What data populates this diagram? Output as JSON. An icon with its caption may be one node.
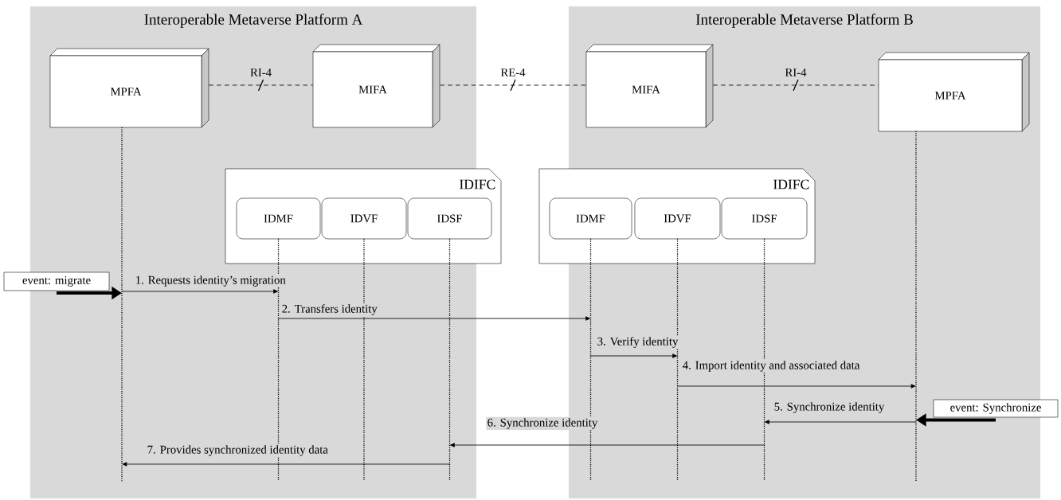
{
  "diagram": {
    "nodes": [
      {
        "text": [
          "Interoperable Metaverse Platform A"
        ]
      },
      {
        "text": [
          "MPFA"
        ],
        "in": 0
      },
      {
        "text": [
          "MIFA"
        ],
        "in": 0
      },
      {
        "text": [
          "IDIFC"
        ]
      },
      {
        "text": [
          "IDMF"
        ],
        "in": 3
      },
      {
        "text": [
          "IDVF"
        ],
        "in": 3
      },
      {
        "text": [
          "IDSF"
        ],
        "in": 3
      },
      {
        "text": [
          "Interoperable Metaverse Platform B"
        ]
      },
      {
        "text": [
          "MIFA"
        ],
        "in": 7
      },
      {
        "text": [
          "MPFA"
        ],
        "in": 7
      },
      {
        "text": [
          "IDIFC"
        ]
      },
      {
        "text": [
          "IDMF"
        ],
        "in": 10
      },
      {
        "text": [
          "IDVF"
        ],
        "in": 10
      },
      {
        "text": [
          "IDSF"
        ],
        "in": 10
      },
      {
        "text": [
          "event: migrate"
        ]
      },
      {
        "text": [
          "event: Synchronize"
        ]
      },
      {
        "text": [],
        "shape": "line",
        "in": 0
      },
      {
        "text": [],
        "shape": "line",
        "in": 0
      },
      {
        "text": [],
        "shape": "line",
        "in": 0
      },
      {
        "text": [],
        "shape": "line",
        "in": 0
      },
      {
        "text": [],
        "shape": "line",
        "in": 7
      },
      {
        "text": [],
        "shape": "line",
        "in": 7
      },
      {
        "text": [],
        "shape": "line",
        "in": 7
      },
      {
        "text": [],
        "shape": "line",
        "in": 7
      }
    ],
    "edges": [
      {
        "from": 1,
        "to": 2,
        "arrow": "none",
        "label": "RI-4",
        "style": "dashed"
      },
      {
        "from": 2,
        "to": 8,
        "arrow": "none",
        "label": "RE-4",
        "style": "dashed"
      },
      {
        "from": 8,
        "to": 9,
        "arrow": "none",
        "label": "RI-4",
        "style": "dashed"
      },
      {
        "from": 14,
        "to": 16,
        "arrow": "to",
        "style": "thick"
      },
      {
        "from": 16,
        "to": 17,
        "arrow": "to",
        "label": "1. Requests identity’s migration"
      },
      {
        "from": 17,
        "to": 20,
        "arrow": "to",
        "label": "2. Transfers identity"
      },
      {
        "from": 20,
        "to": 21,
        "arrow": "to",
        "label": "3. Verify identity"
      },
      {
        "from": 21,
        "to": 23,
        "arrow": "to",
        "label": "4. Import identity and associated data"
      },
      {
        "from": 15,
        "to": 23,
        "arrow": "to",
        "style": "thick"
      },
      {
        "from": 23,
        "to": 22,
        "arrow": "to",
        "label": "5. Synchronize identity"
      },
      {
        "from": 22,
        "to": 19,
        "arrow": "to",
        "label": "6. Synchronize identity"
      },
      {
        "from": 19,
        "to": 16,
        "arrow": "to",
        "label": "7. Provides synchronized identity data"
      }
    ]
  }
}
